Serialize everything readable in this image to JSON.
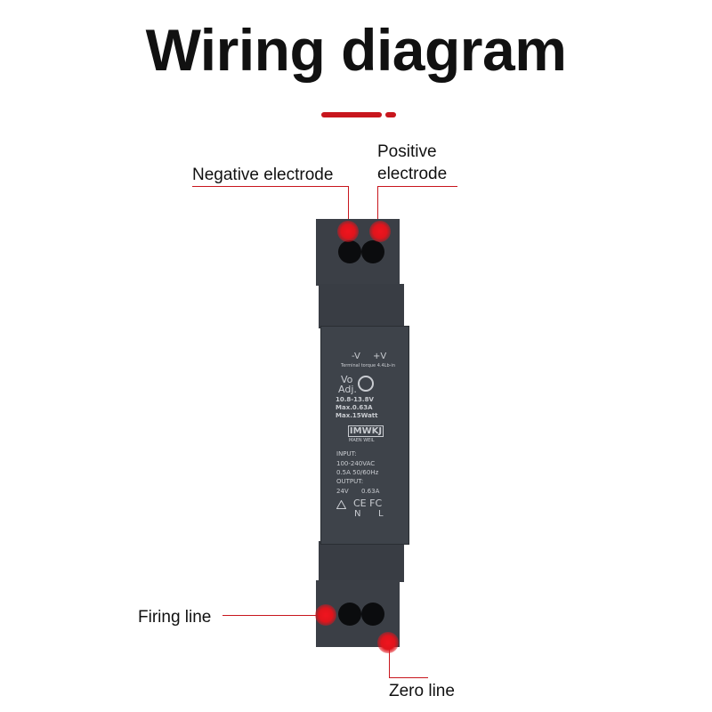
{
  "title": "Wiring diagram",
  "colors": {
    "accent": "#c8161d",
    "device_body": "#3b3f46",
    "device_panel": "#3e434a",
    "screw": "#0b0c0e"
  },
  "labels": {
    "negative": "Negative electrode",
    "positive_line1": "Positive",
    "positive_line2": "electrode",
    "firing": "Firing line",
    "zero": "Zero line"
  },
  "device": {
    "out_neg": "-V",
    "out_pos": "+V",
    "terminal_note": "Terminal torque 4.4Lb-in",
    "vo": "Vo",
    "adj": "Adj.",
    "voltage_range": "10.8-13.8V",
    "max_current": "Max.0.63A",
    "max_power": "Max.15Watt",
    "brand": "IMWKJ",
    "brand_sub": "MAEN WEIL",
    "input_label": "INPUT:",
    "input_voltage": "100-240VAC",
    "input_current": "0.5A 50/60Hz",
    "output_label": "OUTPUT:",
    "output_voltage": "24V",
    "output_current": "0.63A",
    "cert_marks": "CE FC",
    "term_n": "N",
    "term_l": "L"
  }
}
